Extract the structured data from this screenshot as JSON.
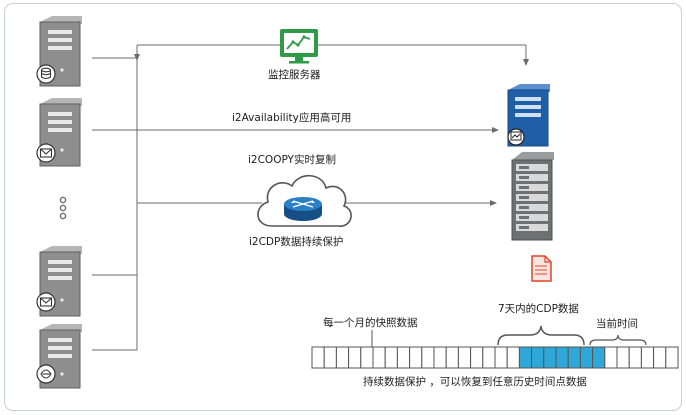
{
  "labels": {
    "monitor_server": "监控服务器",
    "availability": "i2Availability应用高可用",
    "coopy": "i2COOPY实时复制",
    "cdp": "i2CDP数据持续保护",
    "seven_days": "7天内的CDP数据",
    "monthly_snapshot": "每一个月的快照数据",
    "current_time": "当前时间",
    "footer": "持续数据保护 ，可以恢复到任意历史时间点数据"
  },
  "timeline": {
    "total_cells": 30,
    "highlight_cells": [
      17,
      18,
      19,
      20,
      21,
      22,
      23
    ]
  },
  "colors": {
    "line": "#6b6b6b",
    "server_body": "#8e8e8e",
    "server_top": "#b5b5b5",
    "blue_server": "#1f5fa8",
    "dark_server": "#6e7072",
    "monitor_green": "#2f9b47",
    "cloud_stroke": "#555555",
    "router_blue": "#1f6fb0",
    "highlight_cell": "#2ea8d8",
    "doc_red": "#e0452c"
  }
}
